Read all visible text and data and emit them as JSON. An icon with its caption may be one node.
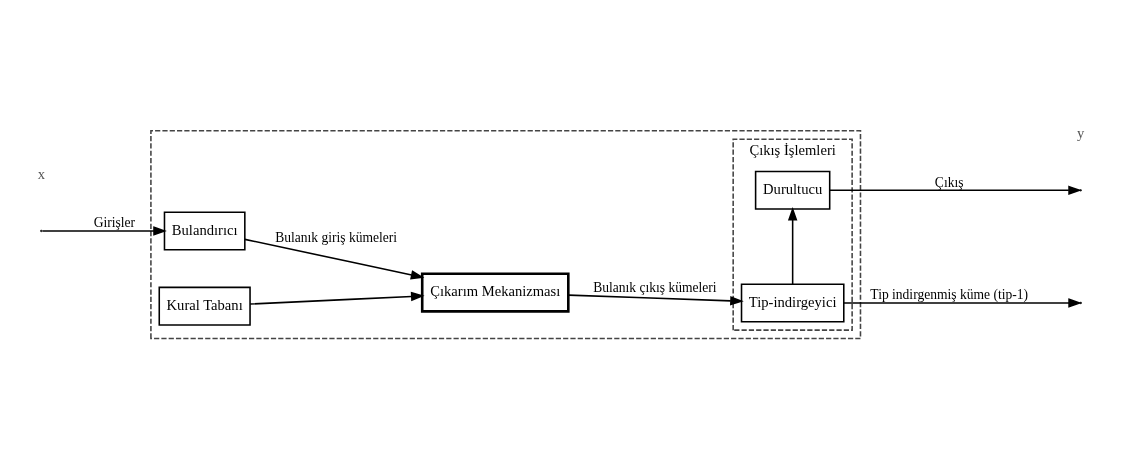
{
  "diagram": {
    "nodes": [
      {
        "text": [],
        "shape": "box"
      },
      {
        "text": [
          "Bulandırıcı"
        ],
        "in": 0
      },
      {
        "text": [
          "Kural Tabanı"
        ],
        "in": 0
      },
      {
        "text": [
          "Çıkarım Mekanizması"
        ],
        "in": 0
      },
      {
        "text": [
          "Çıkış İşlemleri"
        ],
        "in": 0
      },
      {
        "text": [
          "Durultucu"
        ],
        "in": 4
      },
      {
        "text": [
          "Tip-indirgeyici"
        ],
        "in": 4
      }
    ],
    "edges": [
      {
        "from": null,
        "to": 1,
        "arrow": "to",
        "label": "Girişler"
      },
      {
        "from": 1,
        "to": 3,
        "arrow": "to",
        "label": "Bulanık giriş kümeleri"
      },
      {
        "from": 2,
        "to": 3,
        "arrow": "to"
      },
      {
        "from": 3,
        "to": 6,
        "arrow": "to",
        "label": "Bulanık çıkış kümeleri"
      },
      {
        "from": 6,
        "to": 5,
        "arrow": "to"
      },
      {
        "from": 5,
        "to": null,
        "arrow": "to",
        "label": "Çıkış"
      },
      {
        "from": 6,
        "to": null,
        "arrow": "to",
        "label": "Tip indirgenmiş küme (tip-1)"
      }
    ],
    "labels": [
      "x",
      "y"
    ]
  }
}
